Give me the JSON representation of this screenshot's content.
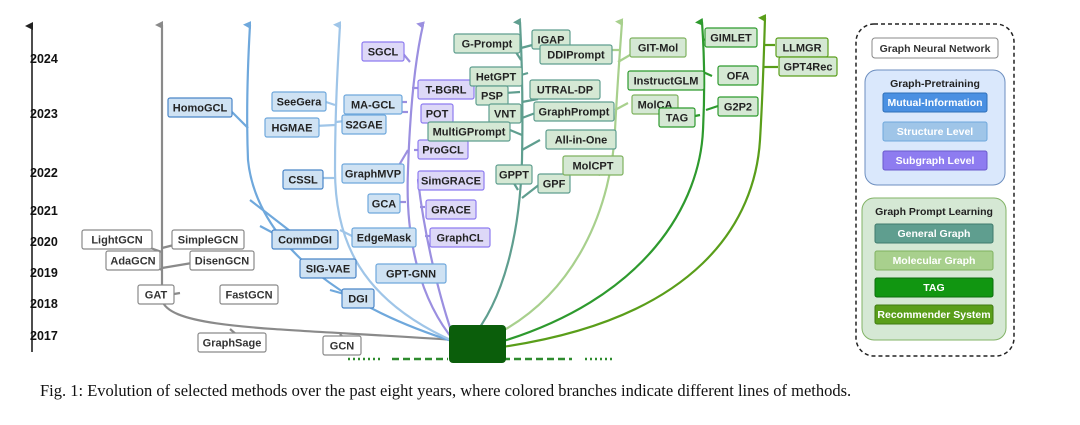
{
  "years": [
    "2024",
    "2023",
    "2022",
    "2021",
    "2020",
    "2019",
    "2018",
    "2017"
  ],
  "colors": {
    "gray": "#8a8a8a",
    "blue": "#6fa8dc",
    "light_blue": "#9fc5e8",
    "purple": "#9b8fe0",
    "teal": "#5f9e8f",
    "light_green": "#a8d08d",
    "green": "#2e9a2e",
    "olive": "#5a9e1a",
    "trunk": "#0b5e0b"
  },
  "methods": {
    "lightgcn": "LightGCN",
    "simplegcn": "SimpleGCN",
    "adagcn": "AdaGCN",
    "disengcn": "DisenGCN",
    "gat": "GAT",
    "fastgcn": "FastGCN",
    "graphsage": "GraphSage",
    "gcn": "GCN",
    "homogcl": "HomoGCL",
    "seegera": "SeeGera",
    "hgmae": "HGMAE",
    "s2gae": "S2GAE",
    "cssl": "CSSL",
    "commdgi": "CommDGI",
    "sigvae": "SIG-VAE",
    "dgi": "DGI",
    "magcl": "MA-GCL",
    "pot": "POT",
    "graphmvp": "GraphMVP",
    "gca": "GCA",
    "edgemask": "EdgeMask",
    "gptgnn": "GPT-GNN",
    "sgcl": "SGCL",
    "tbgrl": "T-BGRL",
    "progcl": "ProGCL",
    "simgrace": "SimGRACE",
    "grace": "GRACE",
    "graphcl": "GraphCL",
    "gprompt": "G-Prompt",
    "igap": "IGAP",
    "ddiprompt": "DDIPrompt",
    "hetgpt": "HetGPT",
    "psp": "PSP",
    "utraldp": "UTRAL-DP",
    "vnt": "VNT",
    "graphprompt": "GraphPrompt",
    "multigprompt": "MultiGPrompt",
    "allinone": "All-in-One",
    "gppt": "GPPT",
    "gpf": "GPF",
    "molcpt": "MolCPT",
    "gitmol": "GIT-Mol",
    "molca": "MolCA",
    "gimlet": "GIMLET",
    "instructglm": "InstructGLM",
    "ofa": "OFA",
    "g2p2": "G2P2",
    "tag_m": "TAG",
    "llmgr": "LLMGR",
    "gpt4rec": "GPT4Rec"
  },
  "legend": {
    "gnn": "Graph Neural Network",
    "pretraining_title": "Graph-Pretraining",
    "mutual": "Mutual-Information",
    "structure": "Structure Level",
    "subgraph": "Subgraph Level",
    "prompt_title": "Graph Prompt Learning",
    "general": "General Graph",
    "molecular": "Molecular Graph",
    "tag": "TAG",
    "recommender": "Recommender System"
  },
  "caption": "Fig. 1: Evolution of selected methods over the past eight years, where colored branches indicate different lines of methods."
}
